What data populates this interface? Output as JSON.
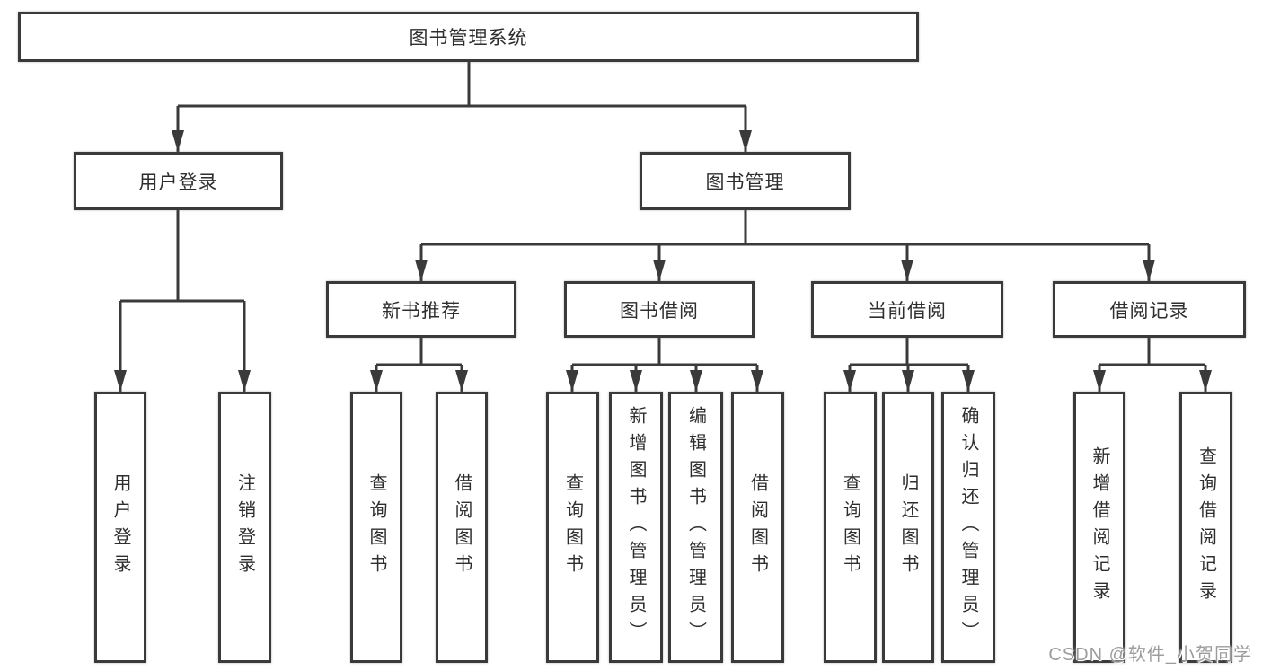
{
  "page": {
    "background": "#ffffff",
    "watermark": "CSDN @软件_小贺同学"
  },
  "colors": {
    "line": "#3a3a3a",
    "box_border": "#3a3a3a",
    "text": "#2e2e2e",
    "watermark": "#9c9c9c"
  },
  "tree": {
    "root": {
      "label": "图书管理系统",
      "children": [
        {
          "label": "用户登录",
          "children": [
            {
              "label": "用户登录"
            },
            {
              "label": "注销登录"
            }
          ]
        },
        {
          "label": "图书管理",
          "children": [
            {
              "label": "新书推荐",
              "children": [
                {
                  "label": "查询图书"
                },
                {
                  "label": "借阅图书"
                }
              ]
            },
            {
              "label": "图书借阅",
              "children": [
                {
                  "label": "查询图书"
                },
                {
                  "label": "新增图书（管理员）"
                },
                {
                  "label": "编辑图书（管理员）"
                },
                {
                  "label": "借阅图书"
                }
              ]
            },
            {
              "label": "当前借阅",
              "children": [
                {
                  "label": "查询图书"
                },
                {
                  "label": "归还图书"
                },
                {
                  "label": "确认归还（管理员）"
                }
              ]
            },
            {
              "label": "借阅记录",
              "children": [
                {
                  "label": "新增借阅记录"
                },
                {
                  "label": "查询借阅记录"
                }
              ]
            }
          ]
        }
      ]
    }
  }
}
